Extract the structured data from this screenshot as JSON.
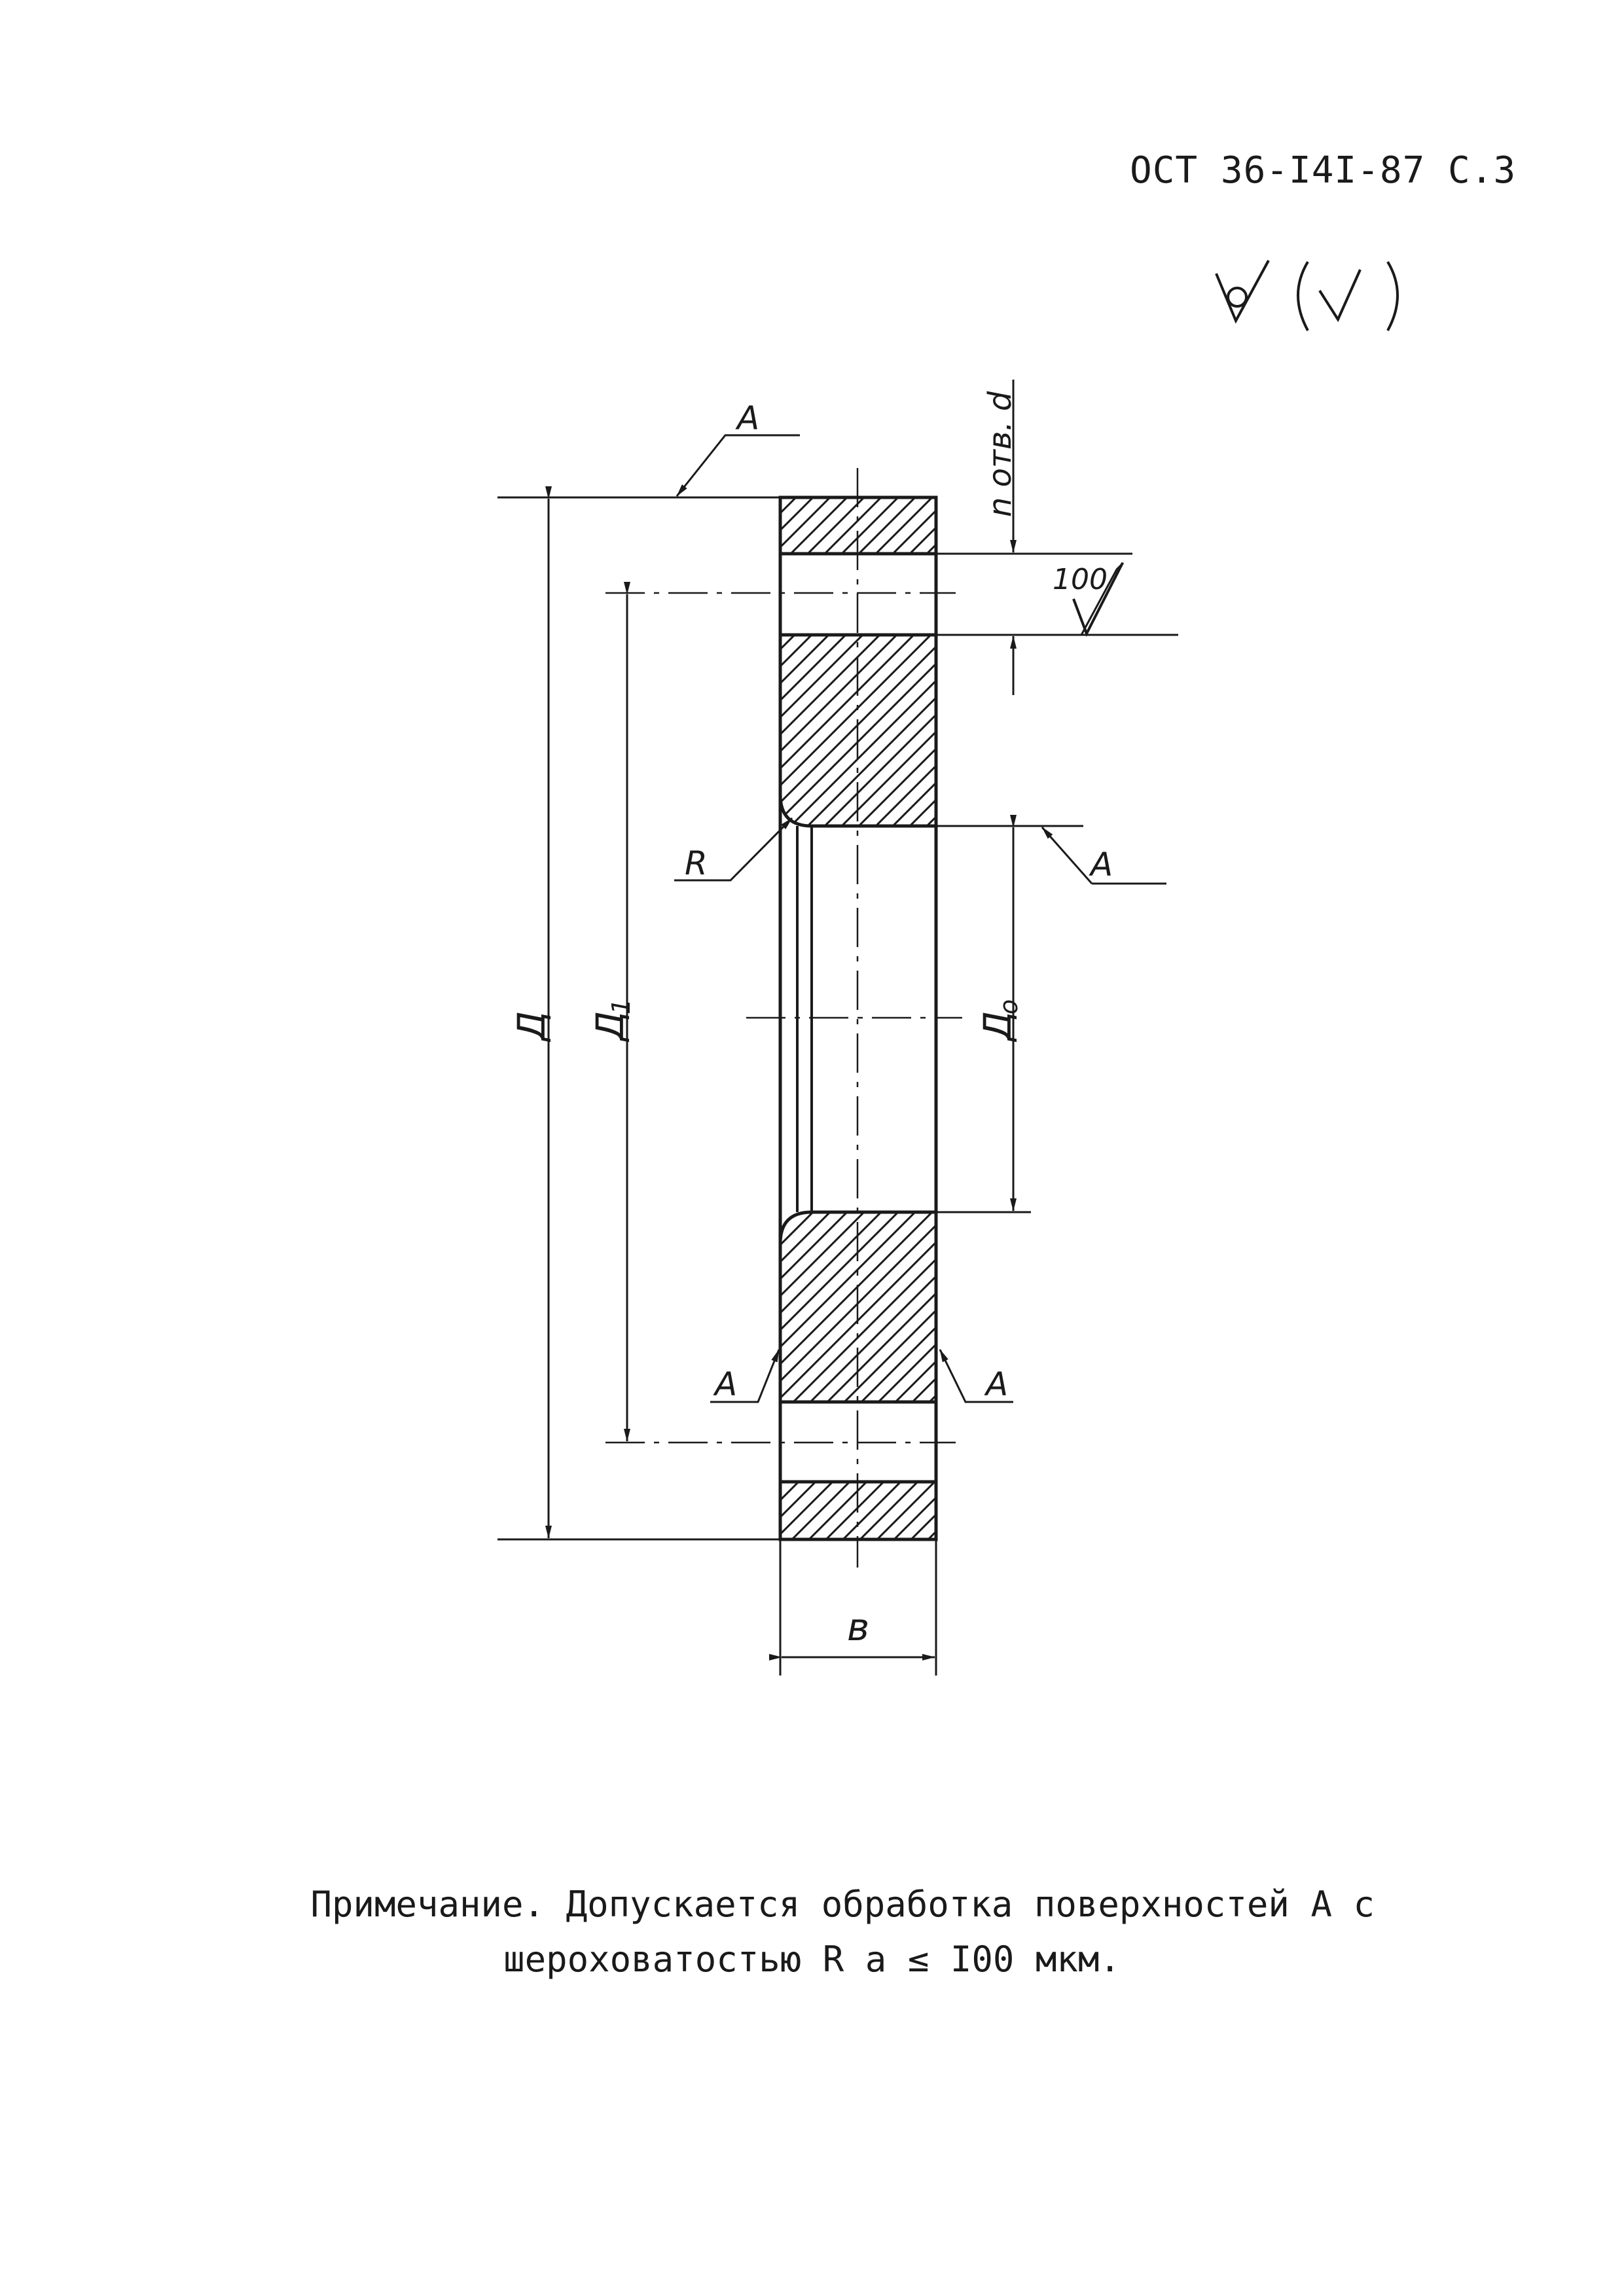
{
  "header": {
    "doc_ref": "ОСТ 36-I4I-87  С.3"
  },
  "drawing": {
    "labels": {
      "holes": "n отв. d",
      "roughness_value": "100",
      "surface_a": "A",
      "radius": "R",
      "outer_diameter": "Д",
      "bolt_circle_diameter": "Д",
      "bolt_circle_sub": "1",
      "bore_diameter": "Д",
      "bore_sub": "o",
      "thickness": "в"
    }
  },
  "note": {
    "line1": "Примечание. Допускается обработка поверхностей А с",
    "line2": "шероховатостью R a ≤ I00 мкм."
  }
}
